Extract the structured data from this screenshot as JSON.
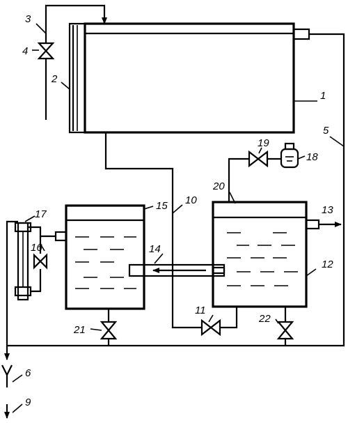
{
  "labels": {
    "l1": "1",
    "l2": "2",
    "l3": "3",
    "l4": "4",
    "l5": "5",
    "l6": "6",
    "l9": "9",
    "l10": "10",
    "l11": "11",
    "l12": "12",
    "l13": "13",
    "l14": "14",
    "l15": "15",
    "l16": "16",
    "l17": "17",
    "l18": "18",
    "l19": "19",
    "l20": "20",
    "l21": "21",
    "l22": "22"
  },
  "components": [
    {
      "id": "1",
      "name": "solar collector"
    },
    {
      "id": "2",
      "name": "collector glazing / side panel"
    },
    {
      "id": "3",
      "name": "cold water supply pipe"
    },
    {
      "id": "4",
      "name": "supply valve"
    },
    {
      "id": "5",
      "name": "return pipe"
    },
    {
      "id": "6",
      "name": "drain funnel"
    },
    {
      "id": "9",
      "name": "drain outlet"
    },
    {
      "id": "10",
      "name": "collector feed pipe"
    },
    {
      "id": "11",
      "name": "bypass valve"
    },
    {
      "id": "12",
      "name": "hot water tank"
    },
    {
      "id": "13",
      "name": "hot water outlet"
    },
    {
      "id": "14",
      "name": "heat exchanger tube"
    },
    {
      "id": "15",
      "name": "cold water tank"
    },
    {
      "id": "16",
      "name": "level gauge valve"
    },
    {
      "id": "17",
      "name": "level gauge"
    },
    {
      "id": "18",
      "name": "expansion vessel"
    },
    {
      "id": "19",
      "name": "vessel valve"
    },
    {
      "id": "20",
      "name": "air space"
    },
    {
      "id": "21",
      "name": "tank 15 drain valve"
    },
    {
      "id": "22",
      "name": "tank 12 drain valve"
    }
  ]
}
